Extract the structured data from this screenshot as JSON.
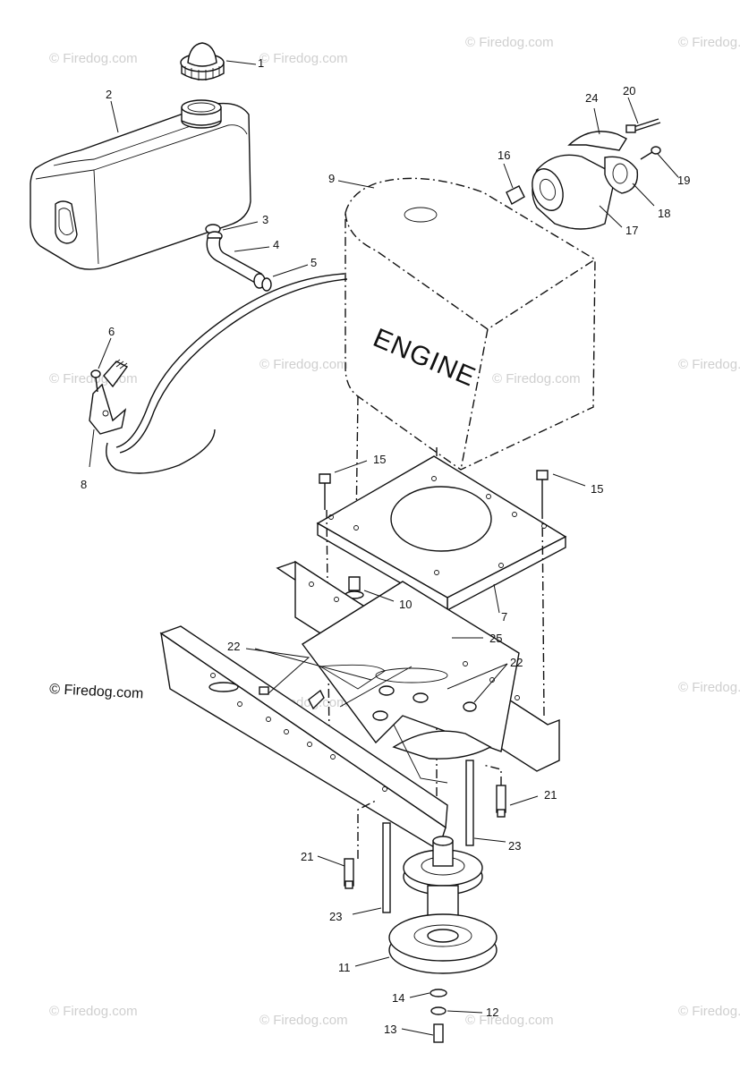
{
  "diagram": {
    "engine_label": "ENGINE",
    "copyright": "© Firedog.com",
    "watermark_text": "© Firedog.com",
    "callouts": {
      "c1": "1",
      "c2": "2",
      "c3": "3",
      "c4": "4",
      "c5": "5",
      "c6": "6",
      "c7": "7",
      "c8": "8",
      "c9": "9",
      "c10": "10",
      "c11": "11",
      "c12": "12",
      "c13": "13",
      "c14": "14",
      "c15a": "15",
      "c15b": "15",
      "c16": "16",
      "c17": "17",
      "c18": "18",
      "c19": "19",
      "c20": "20",
      "c21a": "21",
      "c21b": "21",
      "c22a": "22",
      "c22b": "22",
      "c23a": "23",
      "c23b": "23",
      "c24": "24",
      "c25": "25"
    }
  }
}
